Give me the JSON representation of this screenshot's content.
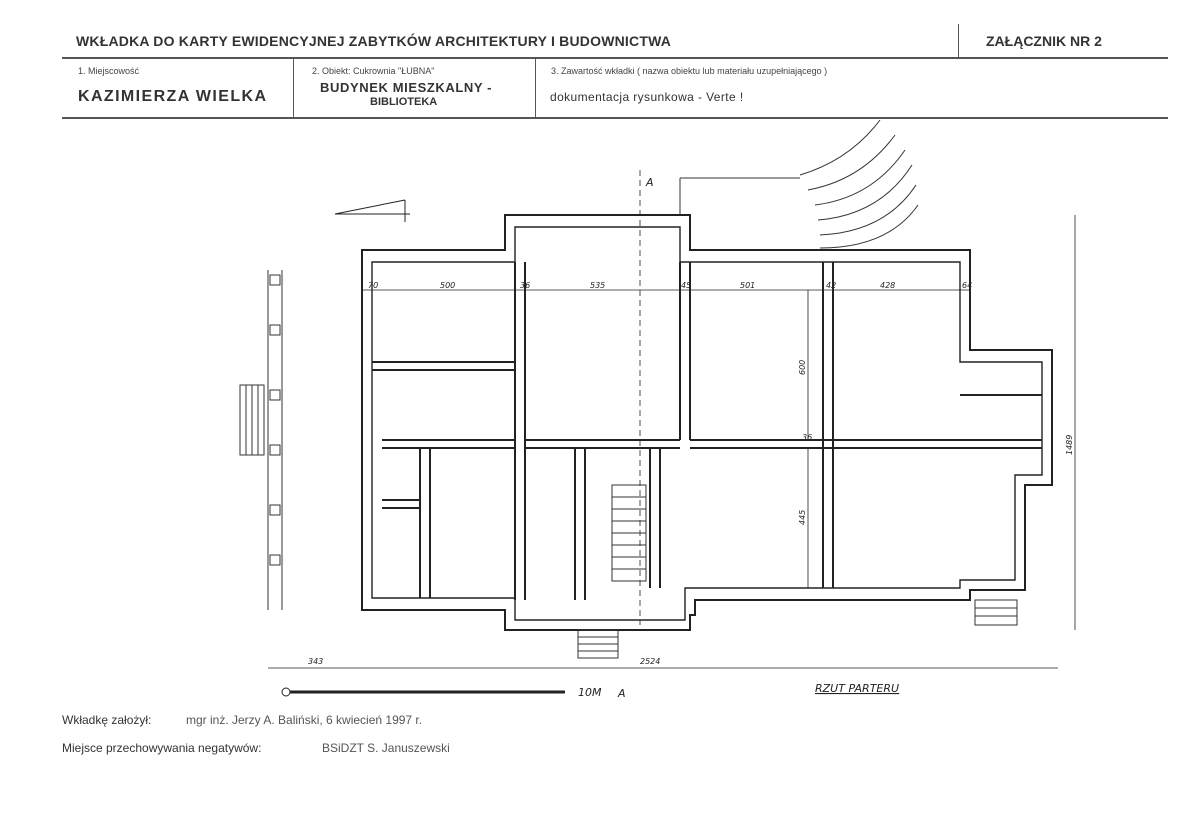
{
  "header": {
    "title": "WKŁADKA DO KARTY EWIDENCYJNEJ ZABYTKÓW ARCHITEKTURY I BUDOWNICTWA",
    "annex": "ZAŁĄCZNIK NR 2"
  },
  "fields": {
    "locality_label": "1. Miejscowość",
    "locality_value": "KAZIMIERZA WIELKA",
    "object_label": "2. Obiekt: Cukrownia \"ŁUBNA\"",
    "object_value_line1": "BUDYNEK MIESZKALNY -",
    "object_value_line2": "BIBLIOTEKA",
    "contents_label": "3. Zawartość wkładki ( nazwa obiektu lub materiału uzupełniającego )",
    "contents_value": "dokumentacja rysunkowa - Verte !"
  },
  "drawing": {
    "caption": "RZUT PARTERU",
    "scale_label": "10M",
    "section_mark": "A",
    "dimensions": {
      "top_row": [
        "70",
        "500",
        "36",
        "535",
        "45",
        "501",
        "42",
        "428",
        "64"
      ],
      "overall_width": "2524",
      "left_offset": "343",
      "overall_depth": "1489",
      "room_depth_upper": "600",
      "room_depth_lower": "445",
      "mid_wall": "36"
    }
  },
  "footer": {
    "created_by_label": "Wkładkę założył:",
    "created_by_value": "mgr inż. Jerzy A. Baliński,  6 kwiecień 1997 r.",
    "storage_label": "Miejsce przechowywania negatywów:",
    "storage_value": "BSiDZT S. Januszewski"
  }
}
